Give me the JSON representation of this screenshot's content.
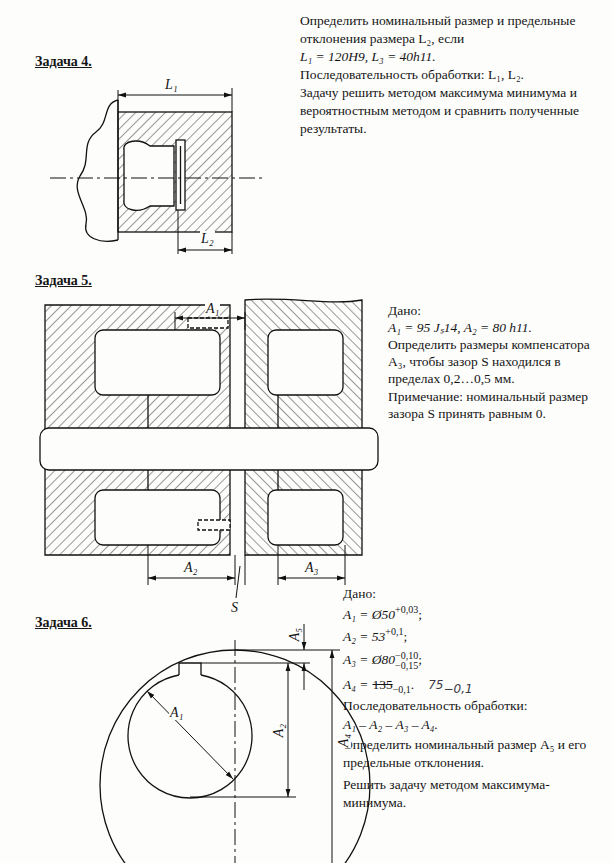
{
  "diagram": {
    "labels": [
      "Задача 4.",
      "Определить номинальный размер и предельные отклонения размера L₂, если",
      "L₁ = 120H9, L₃ = 40h11.",
      "Последовательность обработки: L₁, L₂.",
      "Задачу решить методом максимума минимума и вероятностным методом и сравнить полученные результаты.",
      "L₁",
      "L₂",
      "Задача 5.",
      "A₁",
      "A₂",
      "A₃",
      "S",
      "Дано:",
      "A₁ = 95 Jₛ14, A₂ = 80 h11.",
      "Определить размеры компенсатора A₃, чтобы зазор S находился в пределах 0,2…0,5 мм.",
      "Примечание: номинальный размер зазора S принять равным 0.",
      "Задача 6.",
      "Дано:",
      "A₁ = Ø50",
      "+0,03",
      ";",
      "A₂ = 53",
      "+0,1",
      ";",
      "A₃ = Ø80",
      "−0,10",
      "−0,15",
      ";",
      "A₄ =",
      "135",
      "−0,1",
      ".",
      "75",
      "−0,1",
      "Последовательность обработки:",
      "A₁ – A₂ – A₃ – A₄.",
      "Определить номинальный размер A₅ и его предельные отклонения.",
      "Решить задачу методом максимума-минимума.",
      "A₁",
      "A₂",
      "A₄",
      "A₅"
    ]
  }
}
